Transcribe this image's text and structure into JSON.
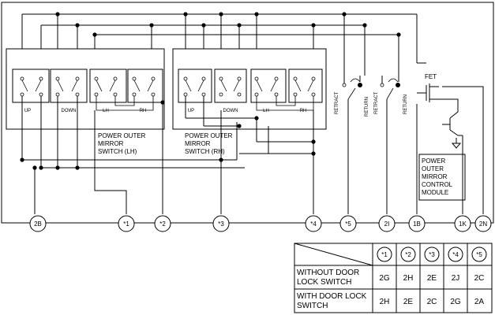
{
  "module": {
    "fet_label": "FET",
    "name_lines": [
      "POWER",
      "OUTER",
      "MIRROR",
      "CONTROL",
      "MODULE"
    ]
  },
  "switch_lh": {
    "name_lines": [
      "POWER OUTER",
      "MIRROR",
      "SWITCH  (LH)"
    ],
    "contacts": [
      "UP",
      "DOWN",
      "LH",
      "RH"
    ]
  },
  "switch_rh": {
    "name_lines": [
      "POWER OUTER",
      "MIRROR",
      "SWITCH  (RH)"
    ],
    "contacts": [
      "UP",
      "DOWN",
      "LH",
      "RH"
    ]
  },
  "motor_switch_labels": {
    "retract_1": "RETRACT",
    "return_1": "RETURN",
    "retract_2": "RETRACT",
    "return_2": "RETURN"
  },
  "terminals": [
    "2B",
    "*1",
    "*2",
    "*3",
    "*4",
    "*5",
    "2I",
    "1B",
    "1K",
    "2N"
  ],
  "table": {
    "headers": [
      "*1",
      "*2",
      "*3",
      "*4",
      "*5"
    ],
    "rows": [
      {
        "label": "WITHOUT DOOR LOCK SWITCH",
        "label_lines": [
          "WITHOUT DOOR",
          "LOCK SWITCH"
        ],
        "values": [
          "2G",
          "2H",
          "2E",
          "2J",
          "2C"
        ]
      },
      {
        "label": "WITH DOOR LOCK SWITCH",
        "label_lines": [
          "WITH DOOR LOCK",
          "SWITCH"
        ],
        "values": [
          "2H",
          "2E",
          "2C",
          "2G",
          "2A"
        ]
      }
    ]
  }
}
